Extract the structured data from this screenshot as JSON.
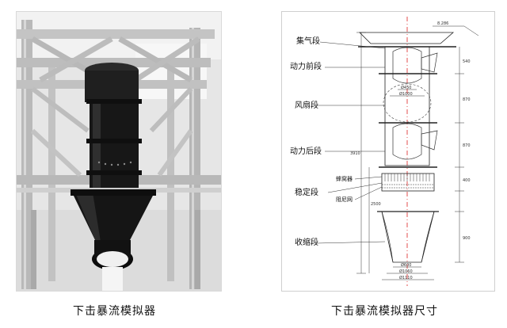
{
  "captions": {
    "left": "下击暴流模拟器",
    "right": "下击暴流模拟器尺寸"
  },
  "diagram": {
    "labels": {
      "collector": "集气段",
      "power_front": "动力前段",
      "fan": "风扇段",
      "power_rear": "动力后段",
      "honeycomb": "蜂窝器",
      "stabilizer": "稳定段",
      "damping_net": "阻尼网",
      "contraction": "收缩段"
    },
    "dimensions": {
      "top_right": "8.286",
      "seg_1": "540",
      "seg_2": "870",
      "seg_3": "870",
      "seg_4": "400",
      "seg_5": "900",
      "total": "3910",
      "lower_total": "2500",
      "inner_1": "Ø450",
      "inner_2": "Ø1000",
      "outlet_1": "Ø600",
      "outlet_2": "Ø1060",
      "outlet_3": "Ø1110"
    }
  }
}
